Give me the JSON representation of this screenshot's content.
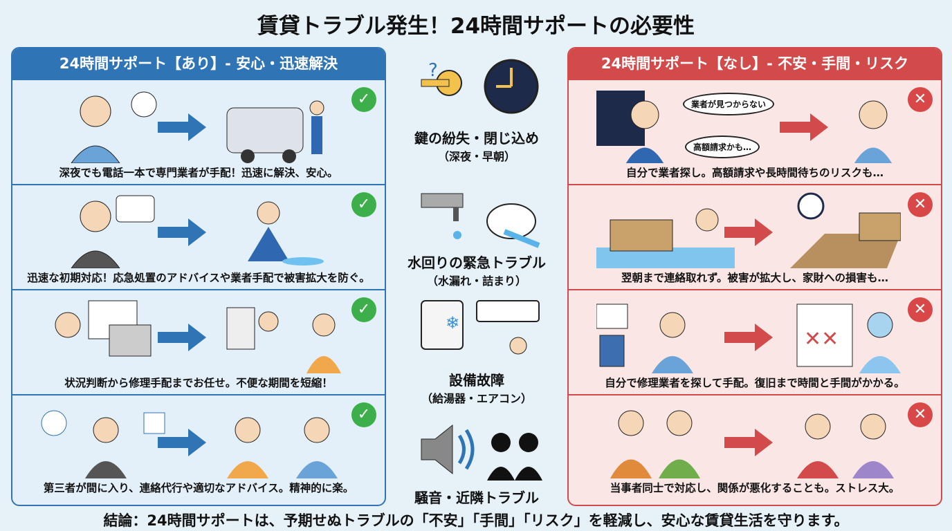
{
  "title": "賃貸トラブル発生！24時間サポートの必要性",
  "left_panel": {
    "header": "24時間サポート【あり】- 安心・迅速解決",
    "rows": [
      {
        "caption": "深夜でも電話一本で専門業者が手配！迅速に解決、安心。"
      },
      {
        "caption": "迅速な初期対応！応急処置のアドバイスや業者手配で被害拡大を防ぐ。"
      },
      {
        "caption": "状況判断から修理手配までお任せ。不便な期間を短縮！"
      },
      {
        "caption": "第三者が間に入り、連絡代行や適切なアドバイス。精神的に楽。"
      }
    ]
  },
  "right_panel": {
    "header": "24時間サポート【なし】- 不安・手間・リスク",
    "bubbles": [
      "業者が見つからない",
      "高額請求かも…"
    ],
    "rows": [
      {
        "caption": "自分で業者探し。高額請求や長時間待ちのリスクも…"
      },
      {
        "caption": "翌朝まで連絡取れず。被害が拡大し、家財への損害も…"
      },
      {
        "caption": "自分で修理業者を探して手配。復旧まで時間と手間がかかる。"
      },
      {
        "caption": "当事者同士で対応し、関係が悪化することも。ストレス大。"
      }
    ]
  },
  "center": [
    {
      "label": "鍵の紛失・閉じ込め",
      "sub": "（深夜・早朝）"
    },
    {
      "label": "水回りの緊急トラブル",
      "sub": "（水漏れ・詰まり）"
    },
    {
      "label": "設備故障",
      "sub": "（給湯器・エアコン）"
    },
    {
      "label": "騒音・近隣トラブル",
      "sub": ""
    }
  ],
  "conclusion": "結論：24時間サポートは、予期せぬトラブルの「不安」「手間」「リスク」を軽減し、安心な賃貸生活を守ります。",
  "colors": {
    "good": "#2f74b5",
    "bad": "#d24a4a",
    "check": "#3cae4a"
  }
}
